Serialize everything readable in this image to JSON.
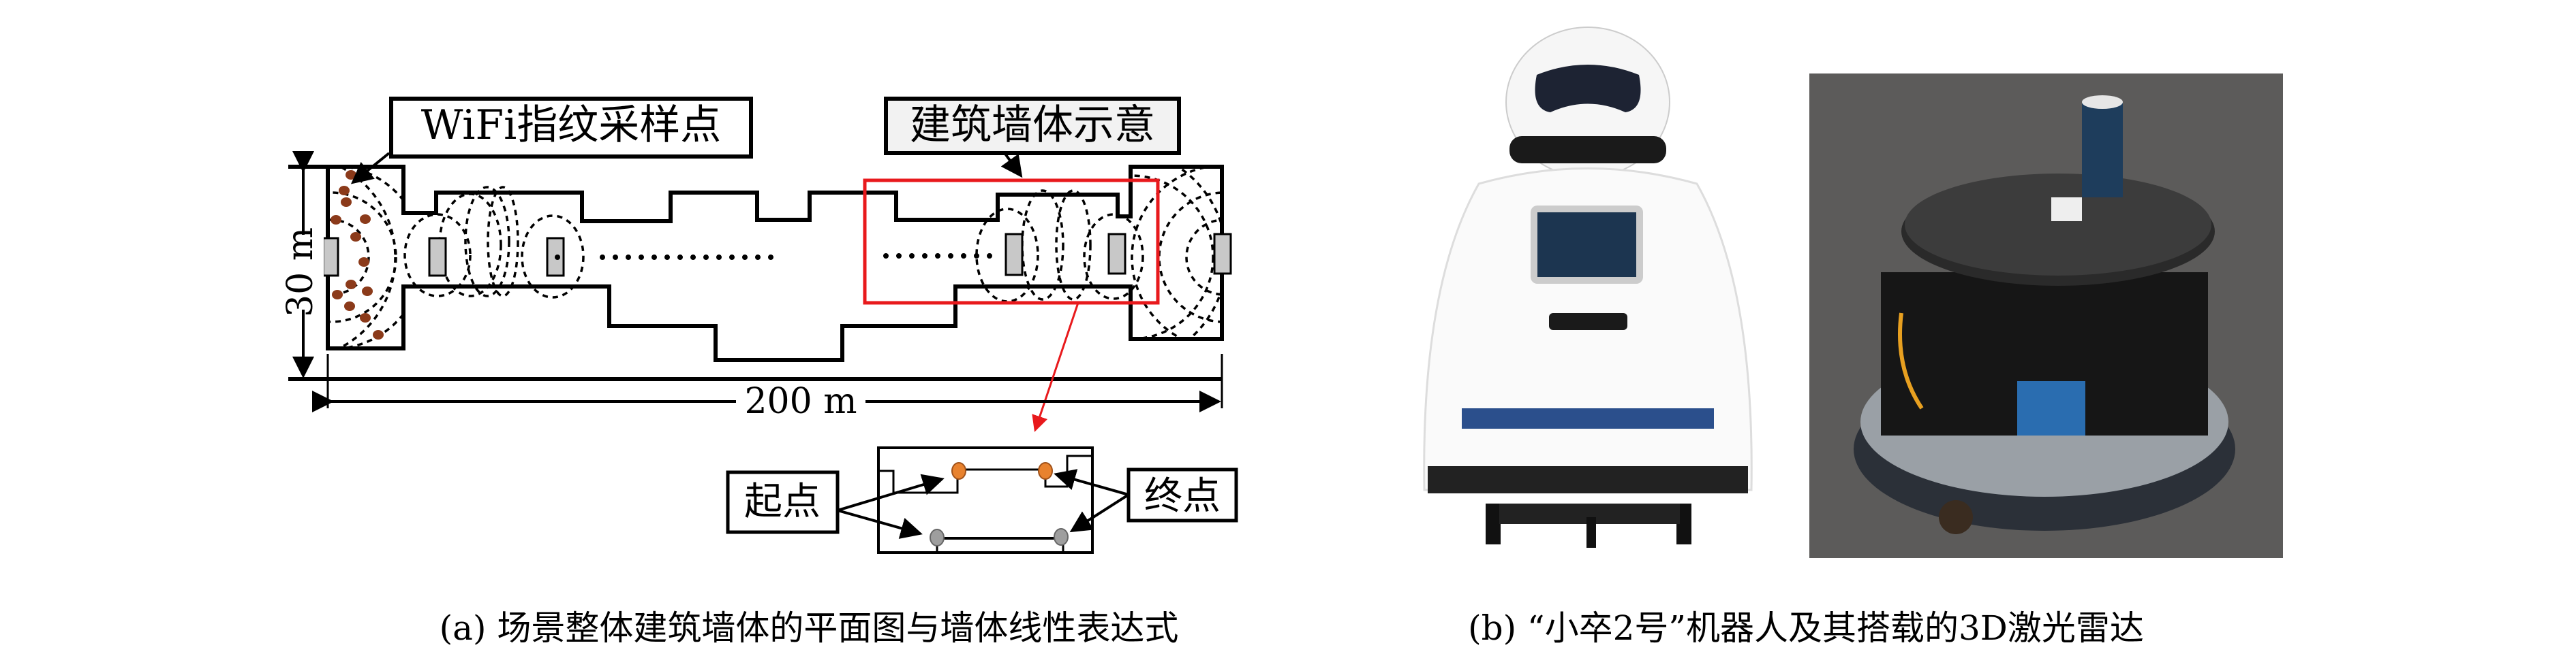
{
  "figure_a": {
    "label_wifi": "WiFi指纹采样点",
    "label_wall": "建筑墙体示意",
    "dim_height": "30 m",
    "dim_width": "200 m",
    "label_start": "起点",
    "label_end": "终点",
    "caption": "(a) 场景整体建筑墙体的平面图与墙体线性表达式",
    "colors": {
      "highlight": "#e8191c",
      "sample_point": "#8b3a1a",
      "start_point": "#e8822e",
      "end_point": "#9e9e9e"
    }
  },
  "figure_b": {
    "caption": "(b) “小卒2号”机器人及其搭载的3D激光雷达"
  }
}
